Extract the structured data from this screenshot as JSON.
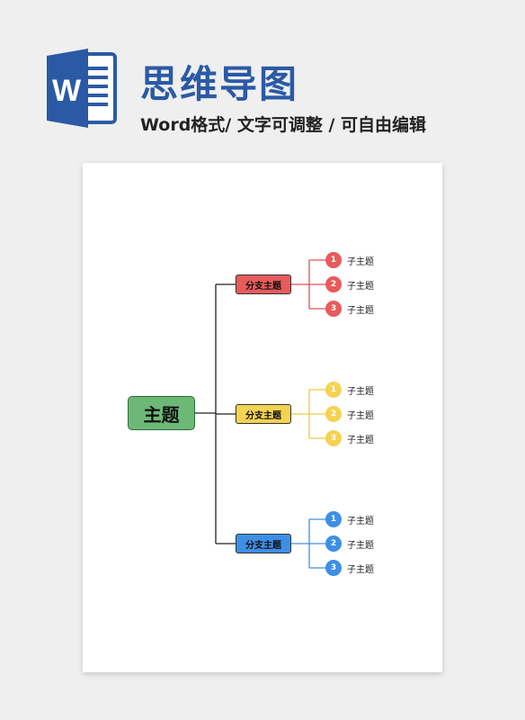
{
  "header": {
    "title": "思维导图",
    "subtitle": "Word格式/ 文字可调整 / 可自由编辑",
    "logo_letter": "W"
  },
  "mindmap": {
    "root": {
      "label": "主题",
      "color": "#6cb877"
    },
    "line_color": "#222222",
    "branches": [
      {
        "label": "分支主题",
        "color": "#e85b5b",
        "line_color": "#e05050",
        "children": [
          {
            "num": "1",
            "label": "子主题"
          },
          {
            "num": "2",
            "label": "子主题"
          },
          {
            "num": "3",
            "label": "子主题"
          }
        ]
      },
      {
        "label": "分支主题",
        "color": "#f4d352",
        "line_color": "#f0c93a",
        "children": [
          {
            "num": "1",
            "label": "子主题"
          },
          {
            "num": "2",
            "label": "子主题"
          },
          {
            "num": "3",
            "label": "子主题"
          }
        ]
      },
      {
        "label": "分支主题",
        "color": "#3d8fe6",
        "line_color": "#3d8fe6",
        "children": [
          {
            "num": "1",
            "label": "子主题"
          },
          {
            "num": "2",
            "label": "子主题"
          },
          {
            "num": "3",
            "label": "子主题"
          }
        ]
      }
    ]
  }
}
